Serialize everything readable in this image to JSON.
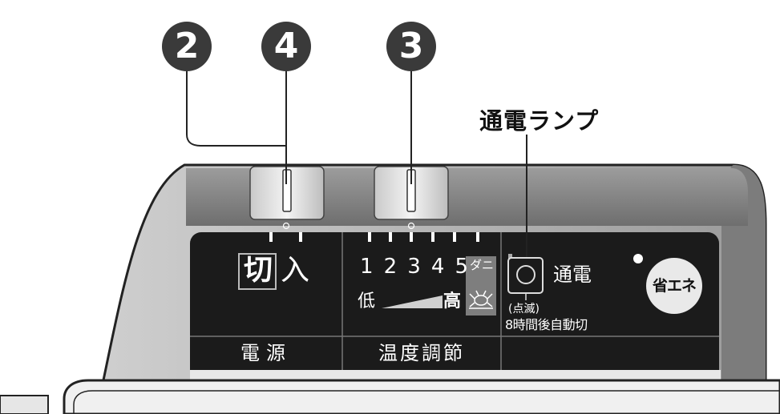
{
  "badges": {
    "b2": "2",
    "b4": "4",
    "b3": "3"
  },
  "lamp_title": "通電ランプ",
  "power": {
    "off": "切",
    "on": "入",
    "section": "電源"
  },
  "temp": {
    "levels": [
      "1",
      "2",
      "3",
      "4",
      "5"
    ],
    "dani": "ダニ",
    "low": "低",
    "high": "高",
    "section": "温度調節"
  },
  "lamp": {
    "label": "通電",
    "blink_note": "(点滅)",
    "auto_off": "8時間後自動切"
  },
  "eco_button": "省エネ",
  "colors": {
    "panel_black": "#1b1b1b",
    "panel_silver": "#8c8c8c",
    "badge_gray": "#3a3a3a",
    "lines": "#222222"
  }
}
